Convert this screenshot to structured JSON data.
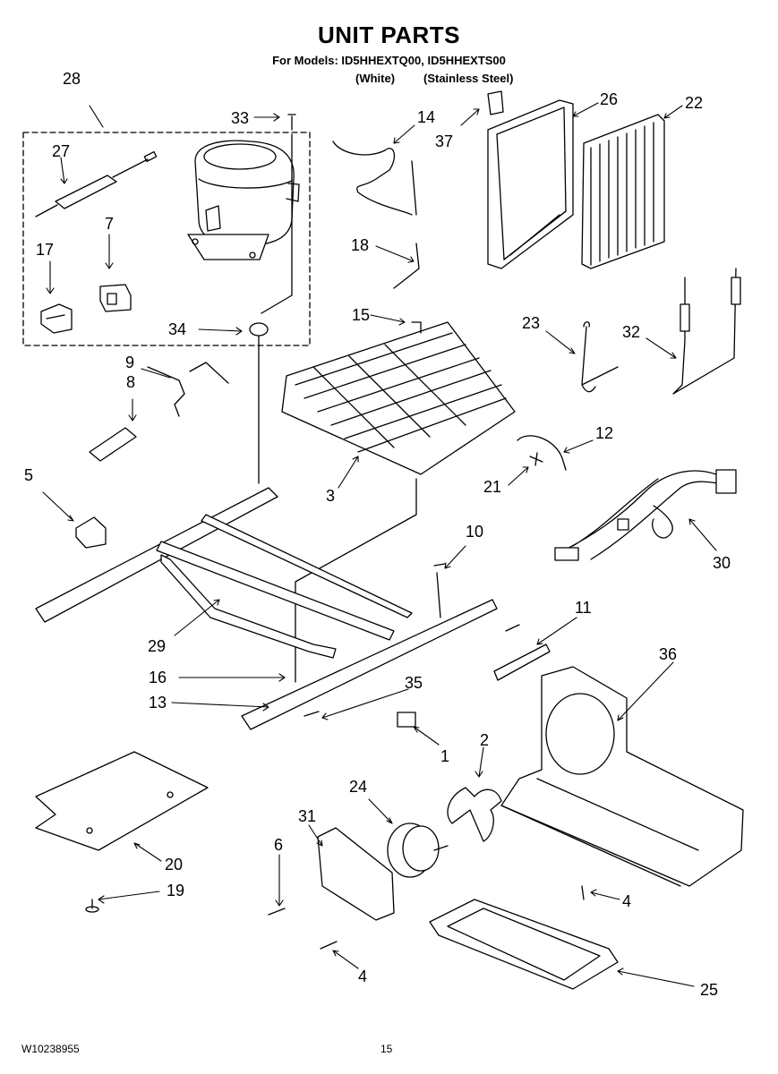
{
  "page": {
    "title": "UNIT PARTS",
    "subtitle": "For Models: ID5HHEXTQ00, ID5HHEXTS00",
    "finish_white": "(White)",
    "finish_stainless": "(Stainless Steel)",
    "doc_number": "W10238955",
    "page_number": "15"
  },
  "callouts": [
    "28",
    "33",
    "14",
    "26",
    "22",
    "37",
    "27",
    "7",
    "17",
    "18",
    "34",
    "15",
    "23",
    "32",
    "9",
    "8",
    "12",
    "21",
    "5",
    "3",
    "10",
    "30",
    "11",
    "29",
    "36",
    "16",
    "35",
    "13",
    "2",
    "1",
    "24",
    "31",
    "20",
    "6",
    "19",
    "4",
    "4",
    "25"
  ]
}
